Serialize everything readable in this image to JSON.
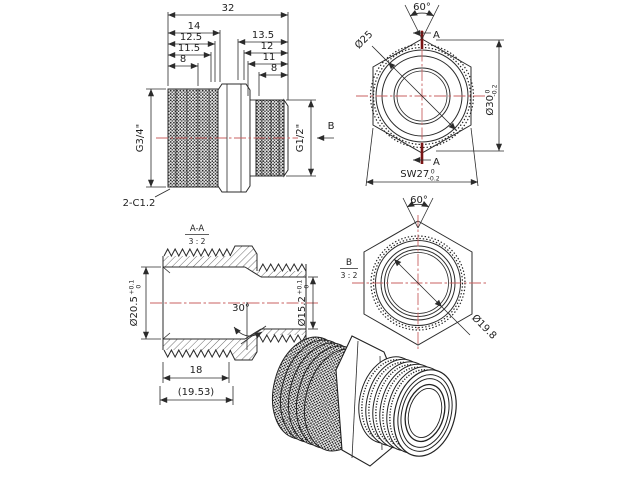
{
  "drawing": {
    "colors": {
      "line": "#2b2b2b",
      "centerline": "#c96161",
      "cutting_plane": "#7a1515",
      "background": "#ffffff"
    },
    "front": {
      "dim32": "32",
      "dim14": "14",
      "dim125": "12.5",
      "dim115": "11.5",
      "dim8a": "8",
      "dim135": "13.5",
      "dim12": "12",
      "dim11": "11",
      "dim8b": "8",
      "g34": "G3/4\"",
      "g12": "G1/2\"",
      "chamfer": "2-C1.2",
      "arrowB": "B"
    },
    "hexA": {
      "angle": "60°",
      "dia25": "Ø25",
      "dia30": "Ø30",
      "dia30hi": "0",
      "dia30lo": "-0.2",
      "sw": "SW27",
      "swhi": "0",
      "swlo": "-0.2",
      "cutTop": "A",
      "cutBottom": "A"
    },
    "section": {
      "title": "A-A",
      "scale": "3 : 2",
      "diaL": "Ø20.5",
      "diaLhi": "+0.1",
      "diaLlo": "0",
      "diaR": "Ø15.2",
      "diaRhi": "+0.1",
      "diaRlo": "0",
      "angle": "30°",
      "len": "18",
      "lenRef": "(19.53)"
    },
    "viewB": {
      "label": "B",
      "scale": "3 : 2",
      "angle": "60°",
      "dia": "Ø19.8"
    }
  }
}
